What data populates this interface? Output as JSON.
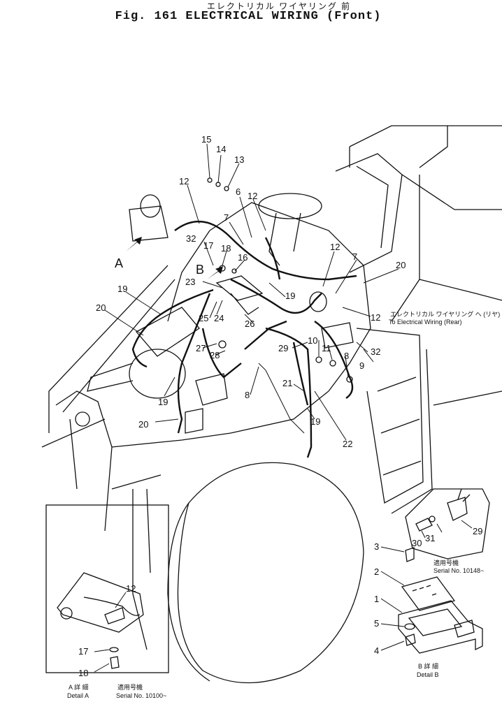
{
  "header": {
    "japanese_title": "エレクトリカル ワイヤリング 前",
    "title": "Fig. 161  ELECTRICAL WIRING (Front)"
  },
  "callouts": [
    "1",
    "2",
    "3",
    "4",
    "5",
    "6",
    "7",
    "8",
    "9",
    "10",
    "11",
    "12",
    "13",
    "14",
    "15",
    "16",
    "17",
    "18",
    "19",
    "20",
    "21",
    "22",
    "23",
    "24",
    "25",
    "26",
    "27",
    "28",
    "29",
    "30",
    "31",
    "32"
  ],
  "view_markers": {
    "a": "A",
    "b": "B"
  },
  "rear_note": {
    "japanese": "エレクトリカル ワイヤリング へ (リヤ)",
    "english": "To Electrical Wiring (Rear)"
  },
  "detail_a": {
    "japanese": "A 詳 細",
    "label": "Detail A",
    "serial_japanese": "適用号機",
    "serial": "Serial No. 10100~"
  },
  "detail_b": {
    "japanese": "B 詳 細",
    "label": "Detail B"
  },
  "inset_29": {
    "serial_japanese": "適用号機",
    "serial": "Serial No. 10148~"
  }
}
